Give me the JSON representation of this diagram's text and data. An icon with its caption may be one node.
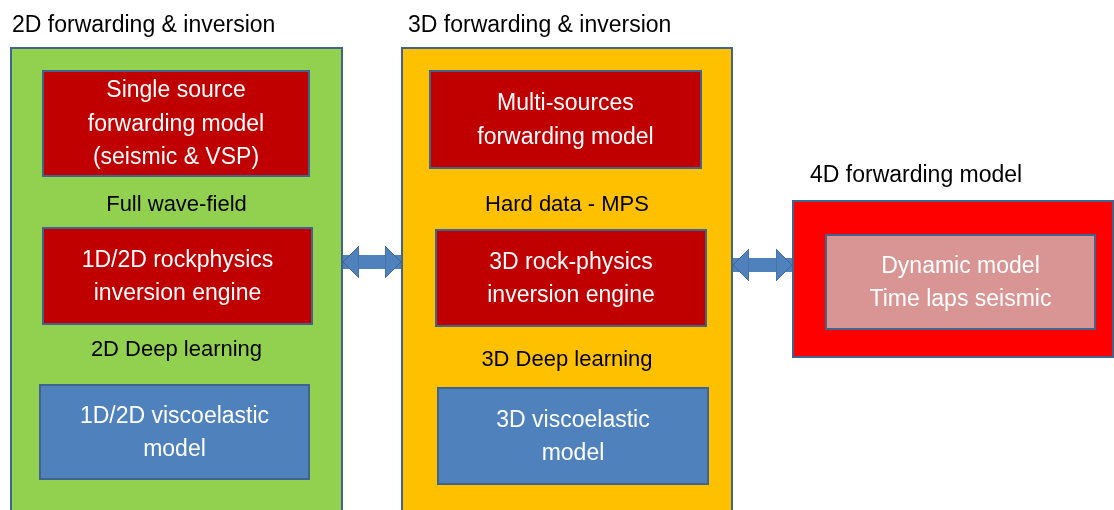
{
  "diagram": {
    "nodes": [
      {
        "text": [
          "2D forwarding & inversion",
          "Full wave-field",
          "2D Deep learning"
        ]
      },
      {
        "text": [
          "Single source forwarding model (seismic & VSP)"
        ],
        "in": 0
      },
      {
        "text": [
          "1D/2D rockphysics inversion engine"
        ],
        "in": 0
      },
      {
        "text": [
          "1D/2D viscoelastic model"
        ],
        "in": 0
      },
      {
        "text": [
          "3D forwarding & inversion",
          "Hard data - MPS",
          "3D Deep learning"
        ]
      },
      {
        "text": [
          "Multi-sources forwarding model"
        ],
        "in": 4
      },
      {
        "text": [
          "3D rock-physics inversion engine"
        ],
        "in": 4
      },
      {
        "text": [
          "3D viscoelastic model"
        ],
        "in": 4
      },
      {
        "text": [
          "4D forwarding model"
        ]
      },
      {
        "text": [
          "Dynamic model",
          "Time laps seismic"
        ],
        "in": 8
      }
    ],
    "edges": [
      {
        "from": 0,
        "to": 4,
        "arrow": "both"
      },
      {
        "from": 4,
        "to": 8,
        "arrow": "both"
      }
    ]
  }
}
